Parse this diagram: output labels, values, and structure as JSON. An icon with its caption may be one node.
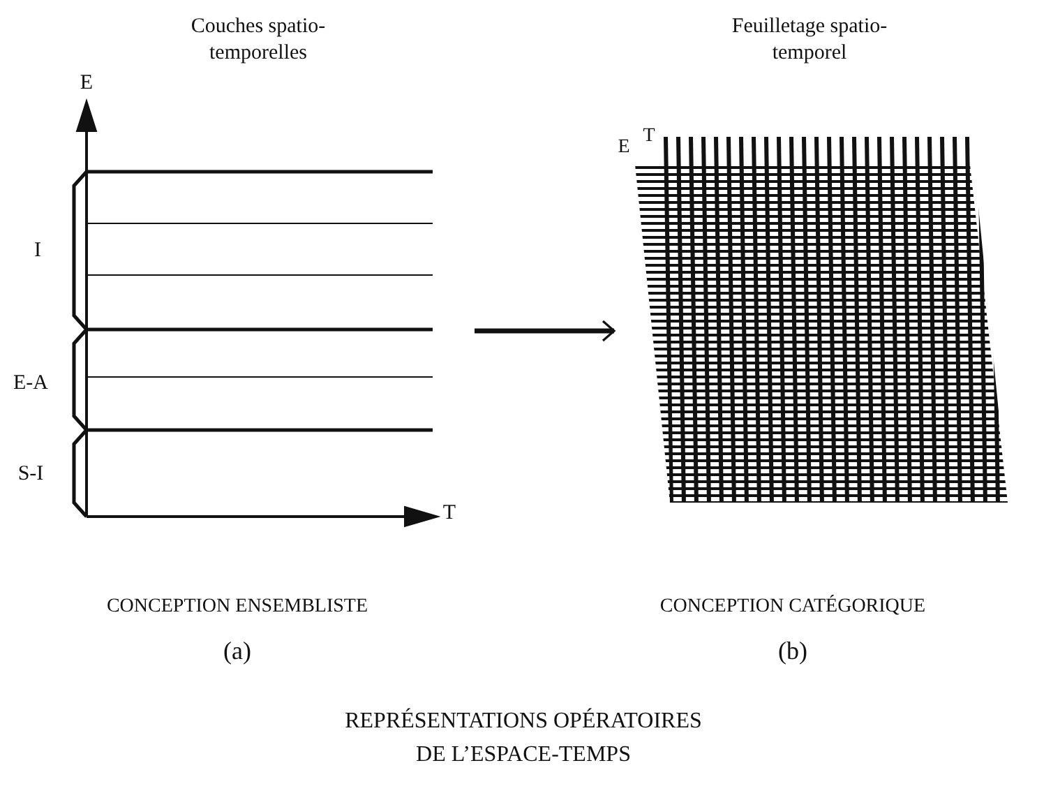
{
  "diagram": {
    "caption": "REPRÉSENTATIONS OPÉRATOIRES DE L’ESPACE-TEMPS",
    "nodes": [
      {
        "text": [
          "Couches spatio-temporelles"
        ]
      },
      {
        "text": [
          "Feuilletage spatio-temporel"
        ]
      }
    ],
    "edges": [
      {
        "from": 0,
        "to": 1,
        "arrow": "to"
      }
    ],
    "labels": [
      "E",
      "I",
      "E-A",
      "S-I",
      "T",
      "E",
      "T",
      "CONCEPTION ENSEMBLISTE",
      "(a)",
      "CONCEPTION CATÉGORIQUE",
      "(b)"
    ]
  }
}
